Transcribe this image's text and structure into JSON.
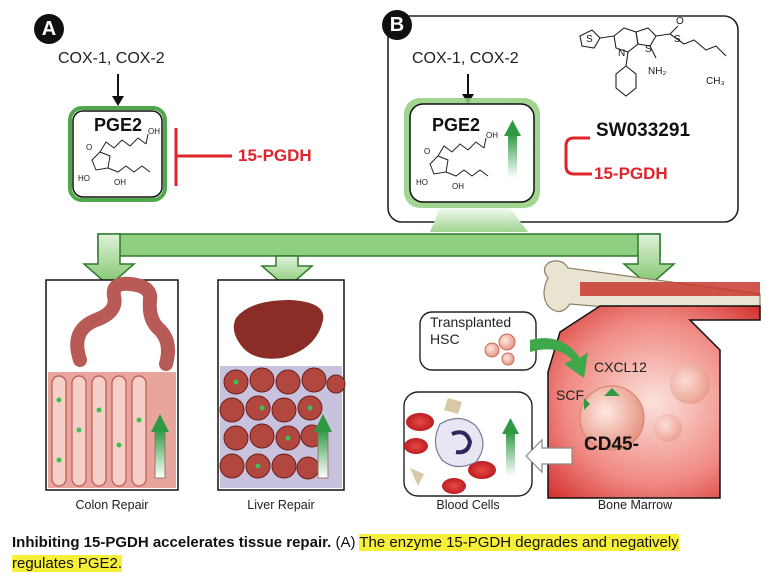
{
  "panel_a": {
    "badge": "A",
    "cox_label": "COX-1, COX-2",
    "pge2_label": "PGE2",
    "enzyme_label": "15-PGDH"
  },
  "panel_b": {
    "badge": "B",
    "cox_label": "COX-1, COX-2",
    "pge2_label": "PGE2",
    "inhibitor_label": "SW033291",
    "enzyme_label": "15-PGDH"
  },
  "molecule_labels": {
    "o_top": "O",
    "oh_acid": "OH",
    "o_ring": "O",
    "ho_ring": "HO",
    "oh_chain": "OH",
    "s_ring": "S",
    "n_ring": "N",
    "s_ring2": "S",
    "s_thio": "S",
    "o_sulf": "O",
    "nh2": "NH₂",
    "ch3": "CH₃"
  },
  "tissues": {
    "colon": "Colon Repair",
    "liver": "Liver Repair",
    "blood": "Blood Cells",
    "marrow": "Bone Marrow"
  },
  "marrow_labels": {
    "transplanted_line1": "Transplanted",
    "transplanted_line2": "HSC",
    "cxcl12": "CXCL12",
    "scf": "SCF",
    "cd45": "CD45-"
  },
  "caption": {
    "title": "Inhibiting 15-PGDH accelerates tissue repair.",
    "panel_ref": "(A)",
    "highlight1": "The enzyme 15-PGDH degrades and negatively",
    "highlight2": "regulates PGE2."
  },
  "colors": {
    "green": "#2e9a44",
    "light_green": "#bfe3b5",
    "red": "#e0242b"
  }
}
